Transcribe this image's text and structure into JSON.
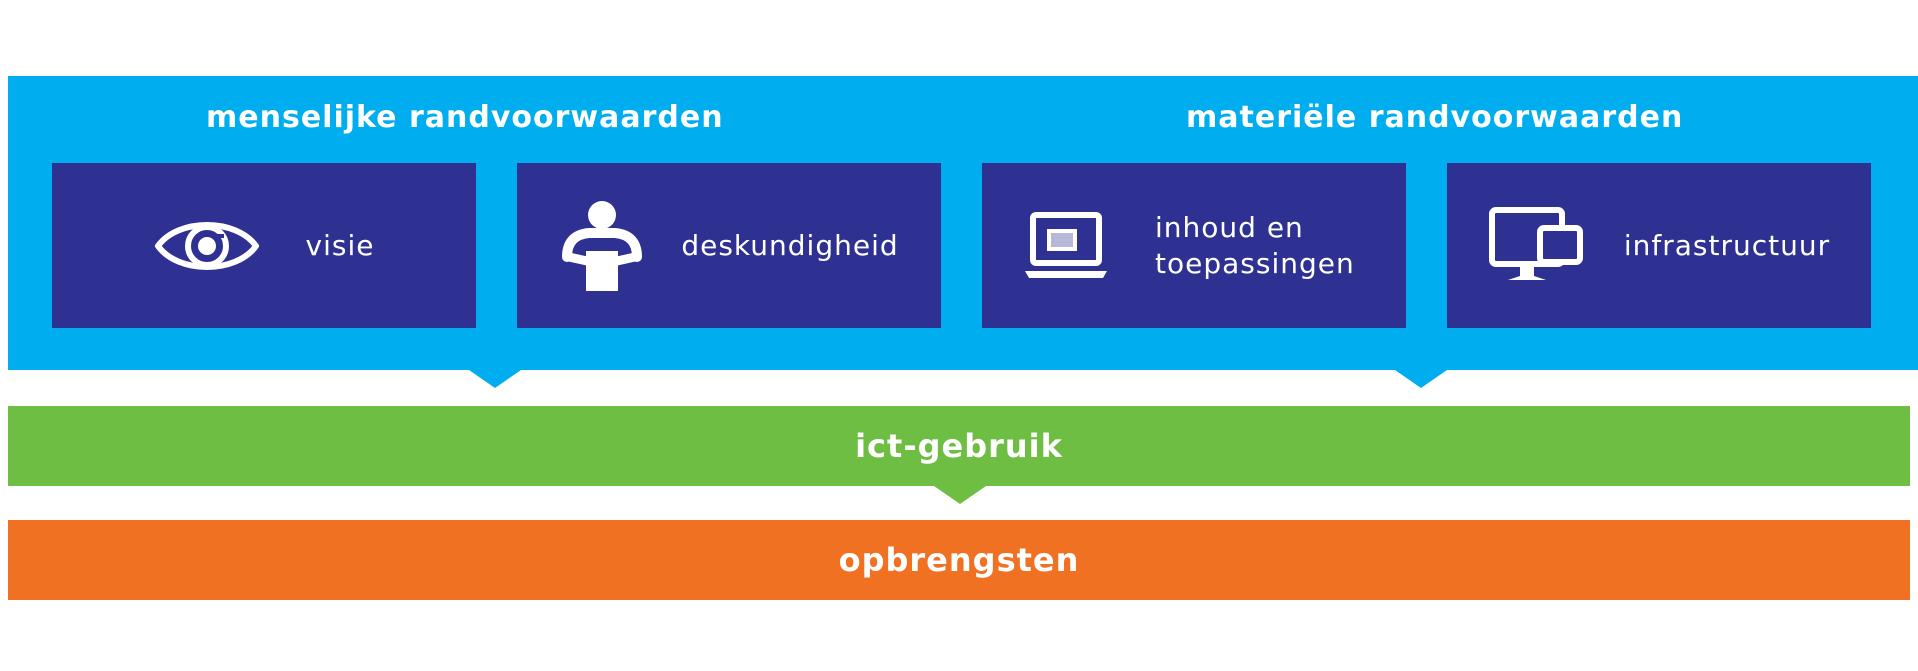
{
  "colors": {
    "conditions_band": "#00aeef",
    "tile": "#2e3192",
    "usage_band": "#6fbe44",
    "outcomes_band": "#f07122",
    "text": "#ffffff"
  },
  "groups": [
    {
      "heading": "menselijke randvoorwaarden",
      "tiles": [
        {
          "icon": "eye-icon",
          "label": "visie"
        },
        {
          "icon": "person-reading-icon",
          "label": "deskundigheid"
        }
      ]
    },
    {
      "heading": "materiële randvoorwaarden",
      "tiles": [
        {
          "icon": "laptop-icon",
          "label": "inhoud en toepassingen"
        },
        {
          "icon": "devices-icon",
          "label": "infrastructuur"
        }
      ]
    }
  ],
  "usage": {
    "label": "ict-gebruik"
  },
  "outcomes": {
    "label": "opbrengsten"
  }
}
